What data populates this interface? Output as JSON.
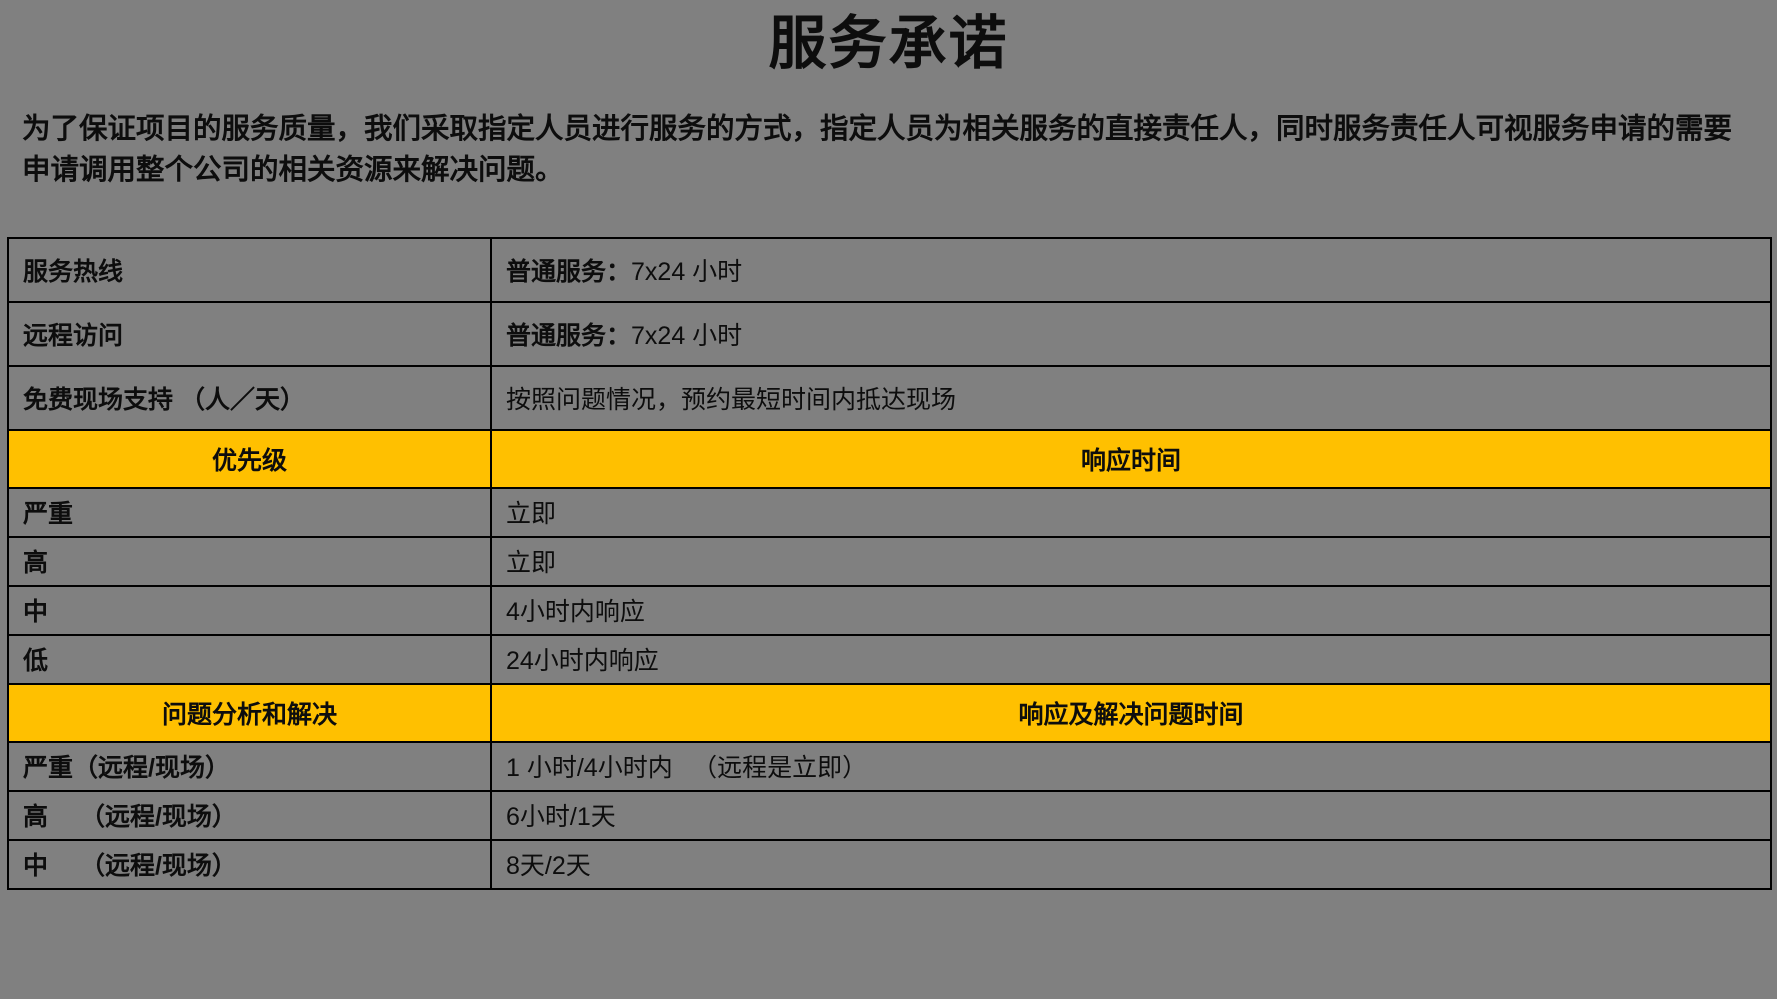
{
  "document": {
    "title": "服务承诺",
    "intro": "为了保证项目的服务质量，我们采取指定人员进行服务的方式，指定人员为相关服务的直接责任人，同时服务责任人可视服务申请的需要申请调用整个公司的相关资源来解决问题。"
  },
  "colors": {
    "background": "#808080",
    "banner": "#FFC000",
    "border": "#000000",
    "text": "#0D0D0D"
  },
  "table": {
    "top_rows": [
      {
        "label": "服务热线",
        "value_bold": "普通服务：",
        "value_rest": "7x24 小时"
      },
      {
        "label": "远程访问",
        "value_bold": "普通服务：",
        "value_rest": "7x24 小时"
      },
      {
        "label": "免费现场支持 （人／天）",
        "value_bold": "",
        "value_rest": "按照问题情况，预约最短时间内抵达现场"
      }
    ],
    "banner_1": {
      "left": "优先级",
      "right": "响应时间"
    },
    "priority_rows": [
      {
        "label": "严重",
        "value": "立即"
      },
      {
        "label": "高",
        "value": "立即"
      },
      {
        "label": "中",
        "value": "4小时内响应"
      },
      {
        "label": "低",
        "value": "24小时内响应"
      }
    ],
    "banner_2": {
      "left": "问题分析和解决",
      "right": "响应及解决问题时间"
    },
    "resolution_rows": [
      {
        "label": "严重（远程/现场）",
        "value": "1 小时/4小时内 　（远程是立即）"
      },
      {
        "label": "高　 （远程/现场）",
        "value": "6小时/1天"
      },
      {
        "label": "中　 （远程/现场）",
        "value": "8天/2天"
      }
    ]
  }
}
